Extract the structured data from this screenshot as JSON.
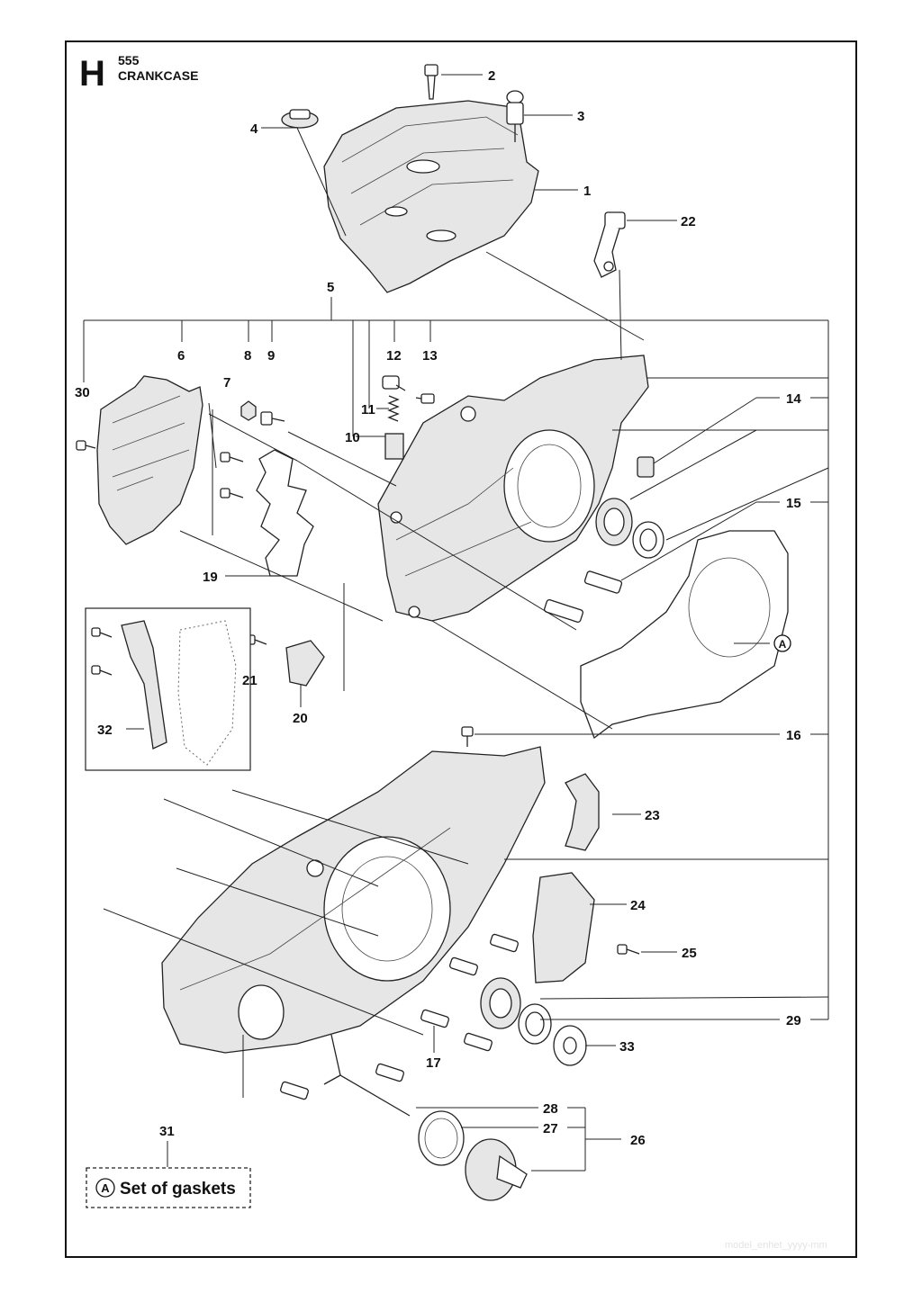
{
  "header": {
    "section_letter": "H",
    "model": "555",
    "title": "CRANKCASE"
  },
  "callouts": {
    "c1": "1",
    "c2": "2",
    "c3": "3",
    "c4": "4",
    "c5": "5",
    "c6": "6",
    "c7": "7",
    "c8": "8",
    "c9": "9",
    "c10": "10",
    "c11": "11",
    "c12": "12",
    "c13": "13",
    "c14": "14",
    "c15": "15",
    "c16": "16",
    "c17": "17",
    "c19": "19",
    "c20": "20",
    "c21": "21",
    "c22": "22",
    "c23": "23",
    "c24": "24",
    "c25": "25",
    "c26": "26",
    "c27": "27",
    "c28": "28",
    "c29": "29",
    "c30": "30",
    "c31": "31",
    "c32": "32",
    "c33": "33"
  },
  "gasket_marker": "A",
  "legend": {
    "marker": "A",
    "text": "Set of gaskets"
  },
  "watermark": "model_enhet_yyyy-mm"
}
